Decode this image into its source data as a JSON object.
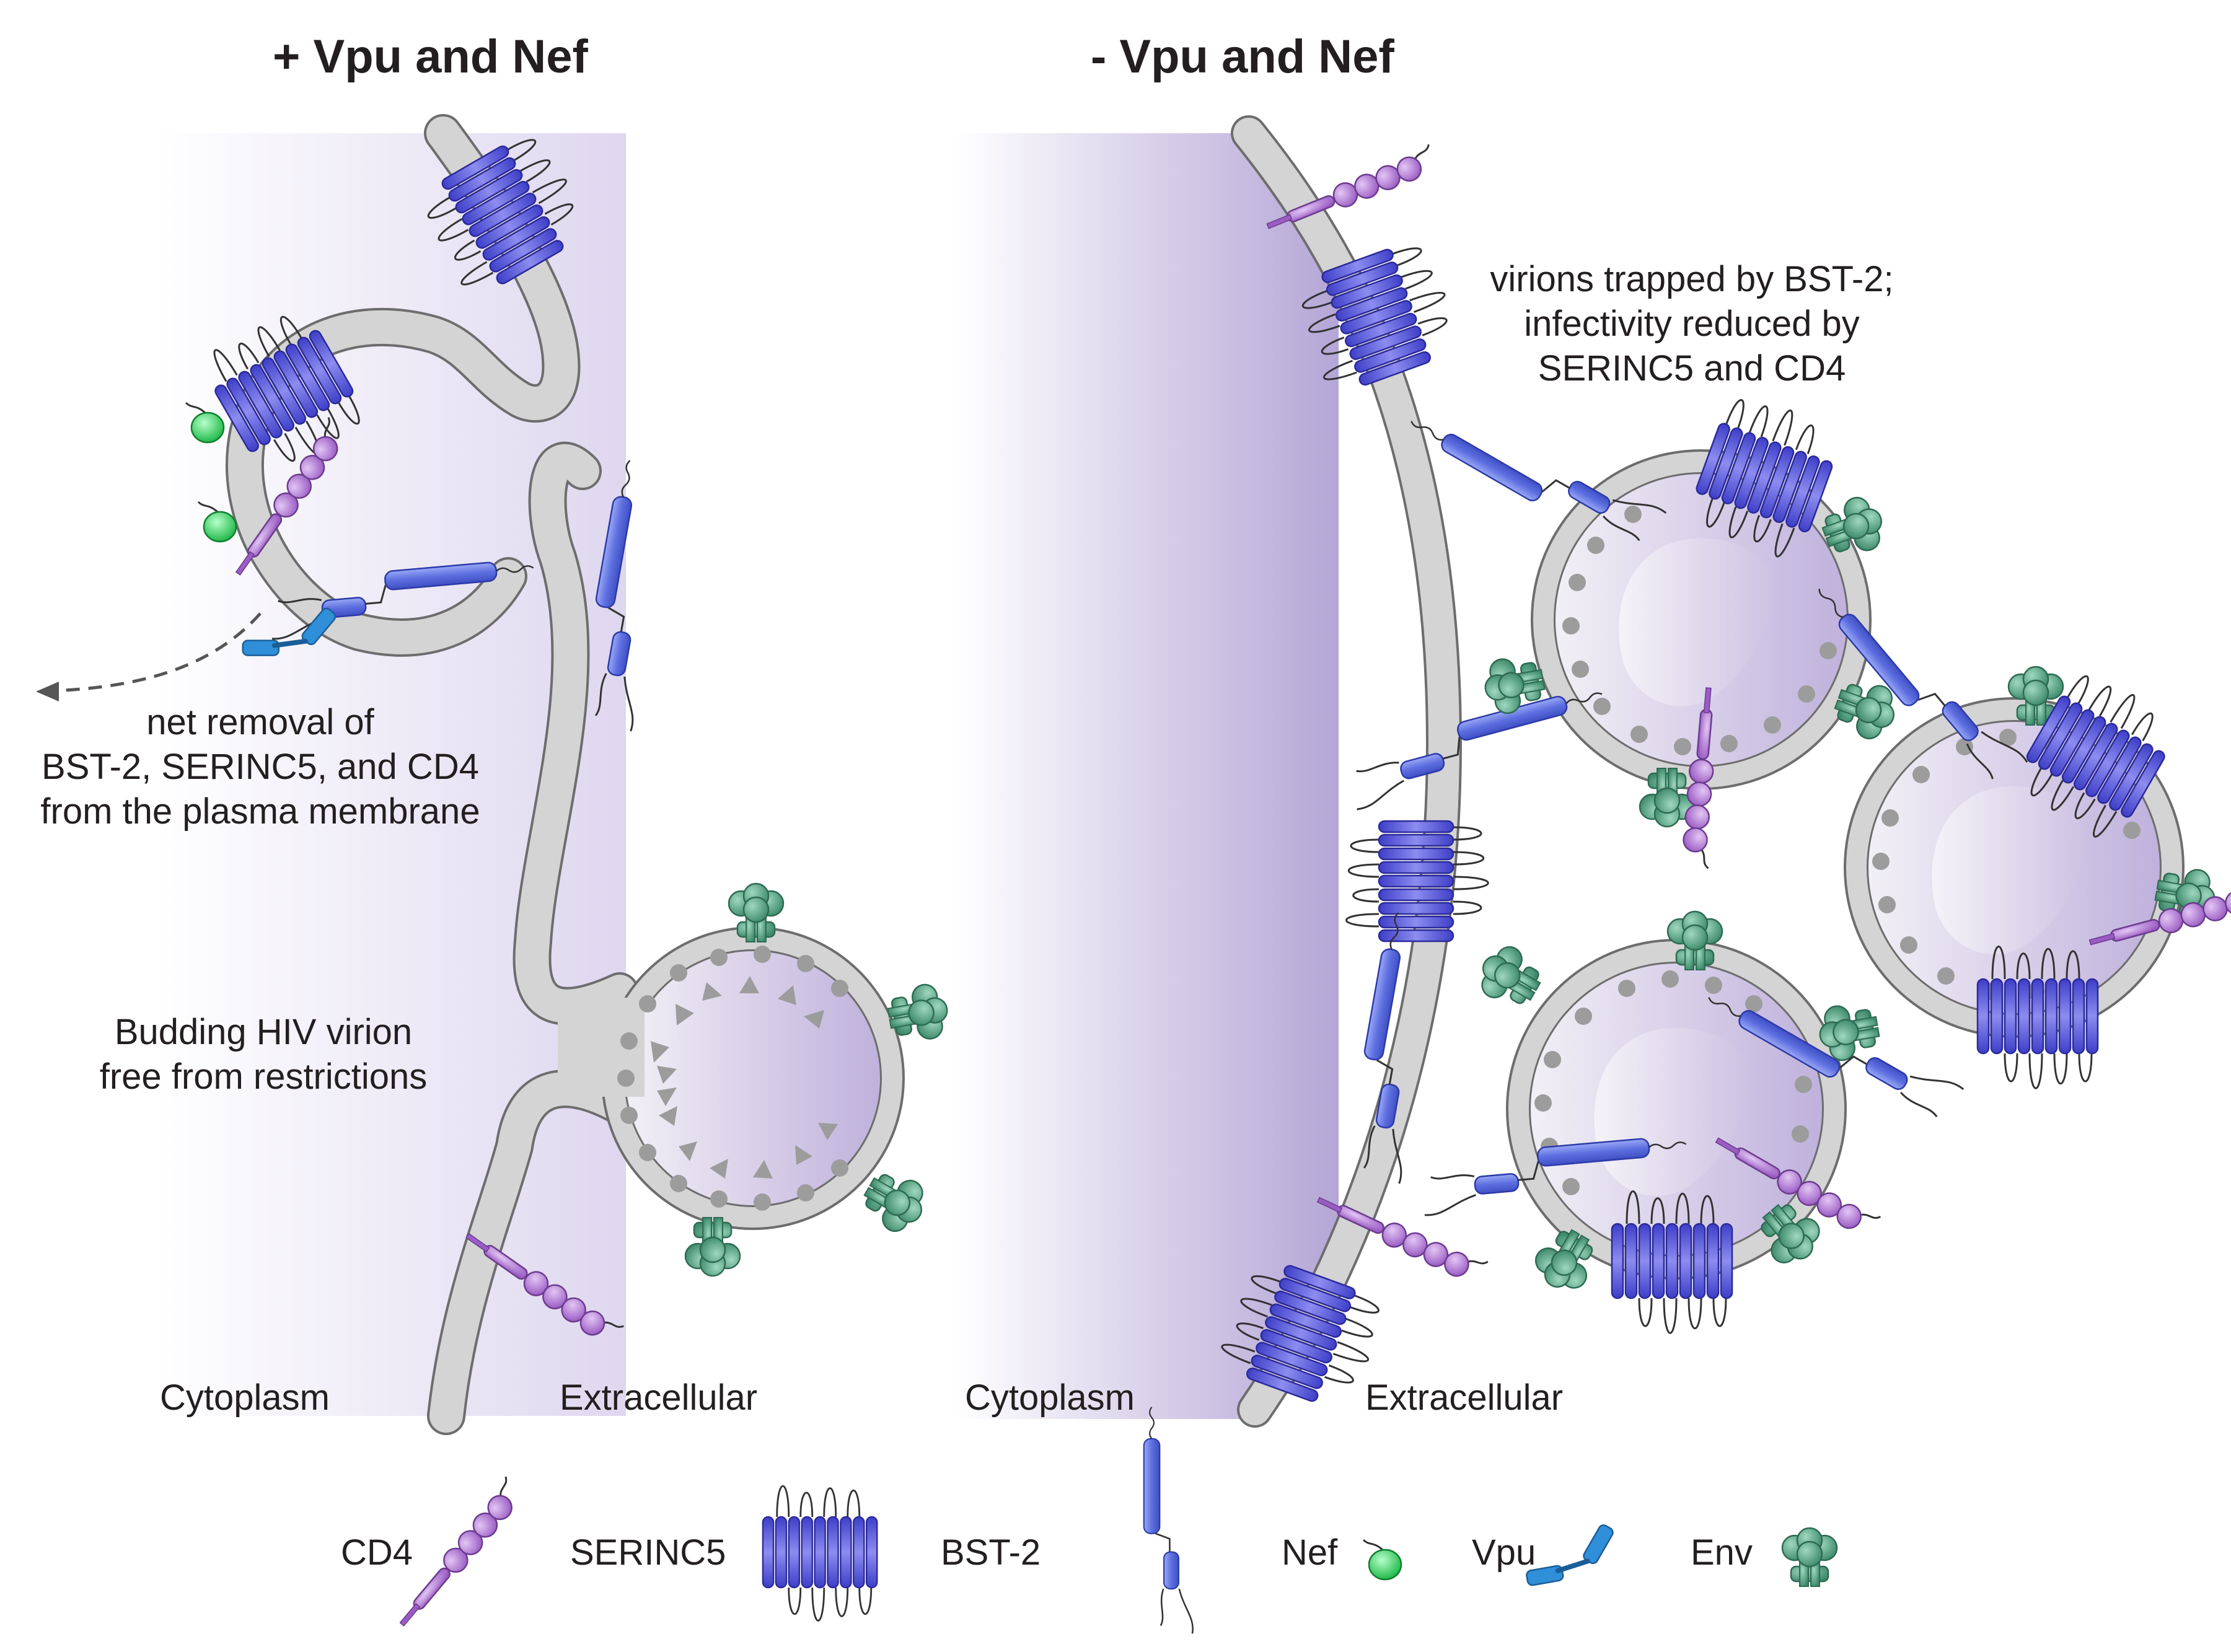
{
  "panels": {
    "left_title": "+ Vpu and Nef",
    "right_title": "- Vpu and Nef"
  },
  "annotations": {
    "net_removal": [
      "net removal of",
      "BST-2, SERINC5, and CD4",
      "from the plasma membrane"
    ],
    "budding": [
      "Budding HIV virion",
      "free from restrictions"
    ],
    "trapped": [
      "virions trapped by BST-2;",
      "infectivity reduced by",
      "SERINC5 and CD4"
    ]
  },
  "regions": {
    "left_cytoplasm": "Cytoplasm",
    "left_extracellular": "Extracellular",
    "right_cytoplasm": "Cytoplasm",
    "right_extracellular": "Extracellular"
  },
  "legend": [
    {
      "key": "cd4",
      "label": "CD4",
      "icon": "cd4-icon",
      "color": "#b57ad6"
    },
    {
      "key": "serinc5",
      "label": "SERINC5",
      "icon": "serinc5-icon",
      "color": "#5c5ce0"
    },
    {
      "key": "bst2",
      "label": "BST-2",
      "icon": "bst2-icon",
      "color": "#6f7fe8"
    },
    {
      "key": "nef",
      "label": "Nef",
      "icon": "nef-icon",
      "color": "#22cc55"
    },
    {
      "key": "vpu",
      "label": "Vpu",
      "icon": "vpu-icon",
      "color": "#2f8fd8"
    },
    {
      "key": "env",
      "label": "Env",
      "icon": "env-icon",
      "color": "#4f9f80"
    }
  ],
  "colors": {
    "membrane": "#d4d4d4",
    "membrane_edge": "#6d6d6d",
    "cytoplasm": "#b4a6d6"
  }
}
